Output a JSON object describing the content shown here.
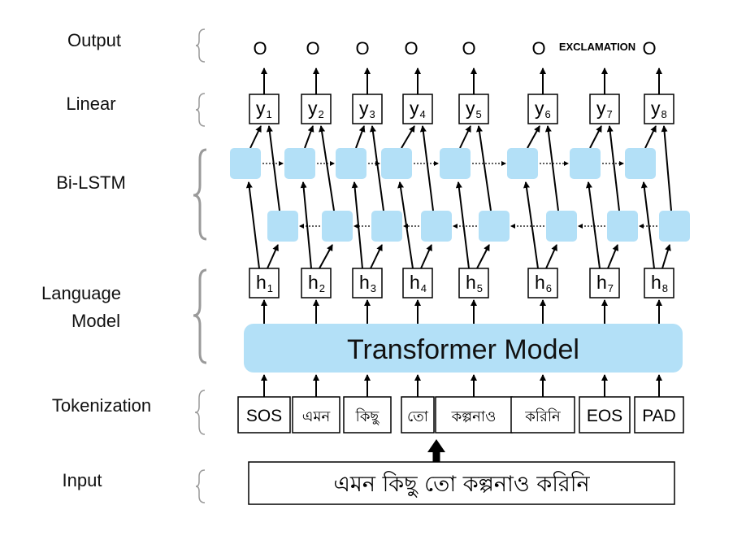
{
  "stages": {
    "output": "Output",
    "linear": "Linear",
    "bilstm": "Bi-LSTM",
    "language_model_line1": "Language",
    "language_model_line2": "Model",
    "tokenization": "Tokenization",
    "input": "Input"
  },
  "outputs": [
    "O",
    "O",
    "O",
    "O",
    "O",
    "O",
    "O"
  ],
  "exclamation_label": "EXCLAMATION",
  "linear_nodes": [
    {
      "main": "y",
      "sub": "1"
    },
    {
      "main": "y",
      "sub": "2"
    },
    {
      "main": "y",
      "sub": "3"
    },
    {
      "main": "y",
      "sub": "4"
    },
    {
      "main": "y",
      "sub": "5"
    },
    {
      "main": "y",
      "sub": "6"
    },
    {
      "main": "y",
      "sub": "7"
    },
    {
      "main": "y",
      "sub": "8"
    }
  ],
  "hidden_nodes": [
    {
      "main": "h",
      "sub": "1"
    },
    {
      "main": "h",
      "sub": "2"
    },
    {
      "main": "h",
      "sub": "3"
    },
    {
      "main": "h",
      "sub": "4"
    },
    {
      "main": "h",
      "sub": "5"
    },
    {
      "main": "h",
      "sub": "6"
    },
    {
      "main": "h",
      "sub": "7"
    },
    {
      "main": "h",
      "sub": "8"
    }
  ],
  "transformer_label": "Transformer Model",
  "tokens": [
    "SOS",
    "এমন",
    "কিছু",
    "তো",
    "কল্পনাও",
    "করিনি",
    "EOS",
    "PAD"
  ],
  "input_text": "এমন কিছু তো কল্পনাও করিনি",
  "colors": {
    "lstm_cell": "#b3e0f7",
    "transformer": "#b3e0f7",
    "brace": "#9a9a9a",
    "line": "#000000"
  }
}
